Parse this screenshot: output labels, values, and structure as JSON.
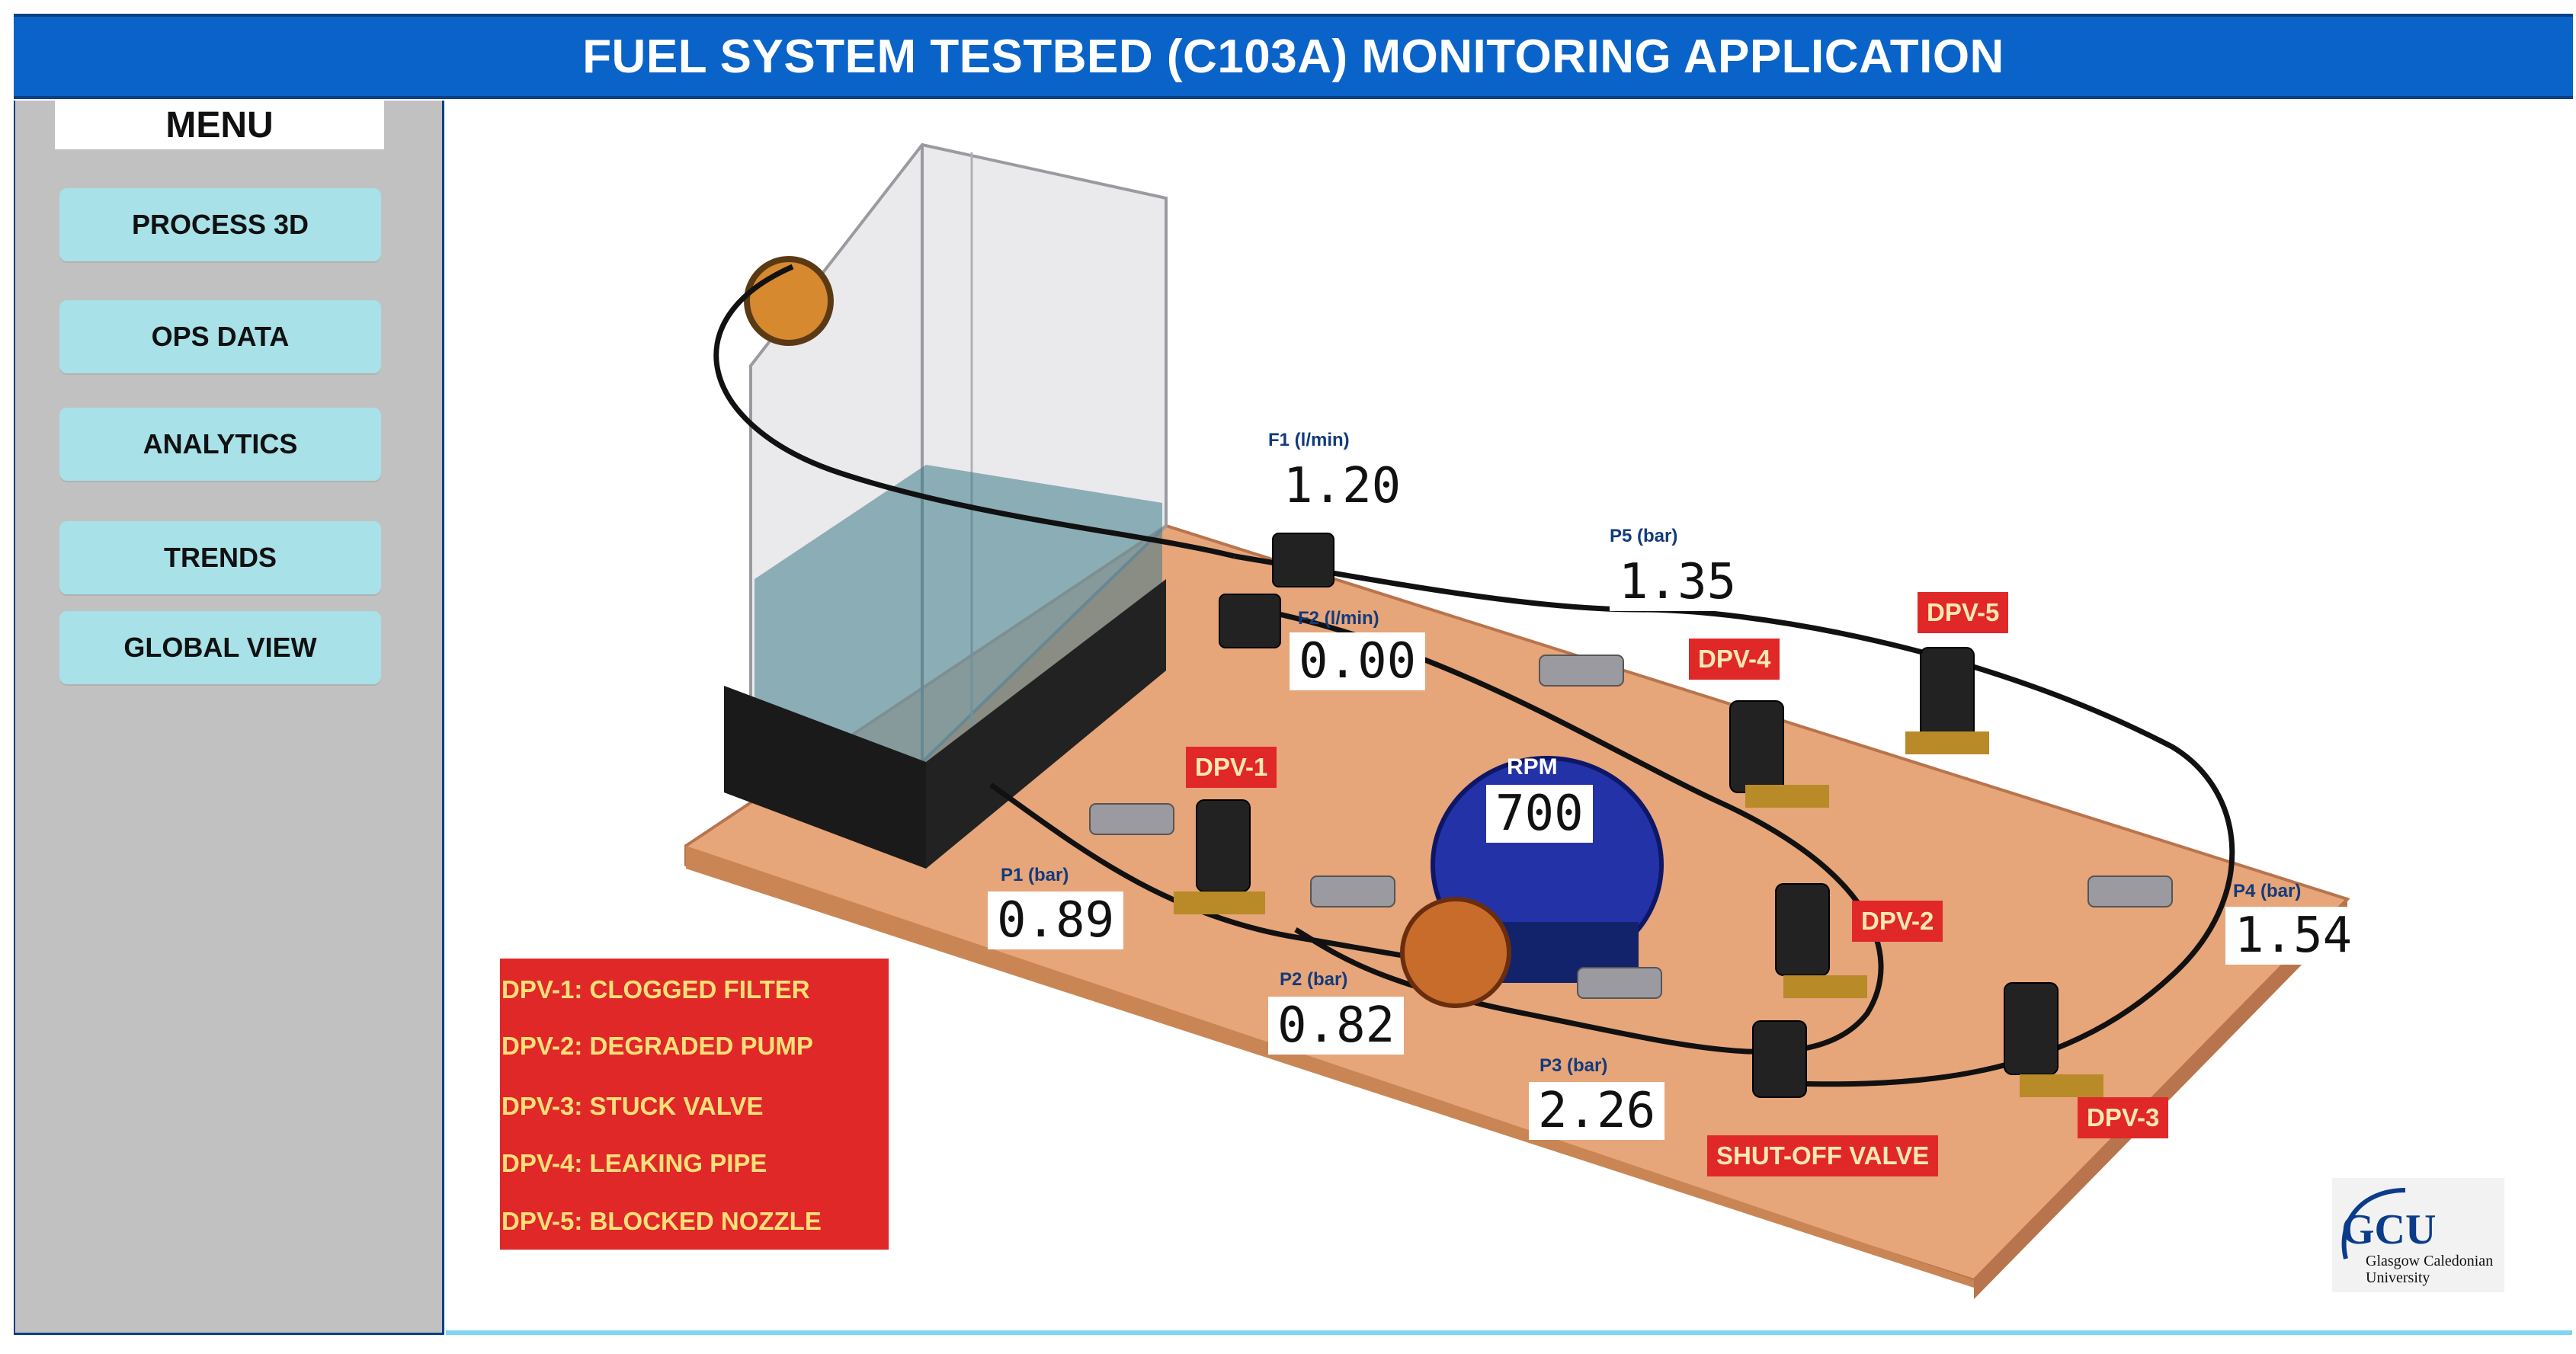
{
  "header": {
    "title": "FUEL SYSTEM TESTBED (C103A) MONITORING APPLICATION"
  },
  "menu": {
    "title": "MENU",
    "items": [
      "PROCESS 3D",
      "OPS DATA",
      "ANALYTICS",
      "TRENDS",
      "GLOBAL VIEW"
    ]
  },
  "legend": [
    "DPV-1: CLOGGED FILTER",
    "DPV-2: DEGRADED PUMP",
    "DPV-3: STUCK VALVE",
    "DPV-4: LEAKING PIPE",
    "DPV-5: BLOCKED NOZZLE"
  ],
  "tags": {
    "dpv1": "DPV-1",
    "dpv2": "DPV-2",
    "dpv3": "DPV-3",
    "dpv4": "DPV-4",
    "dpv5": "DPV-5",
    "shutoff": "SHUT-OFF VALVE"
  },
  "sensors": {
    "f1": {
      "label": "F1 (l/min)",
      "value": "1.20"
    },
    "f2": {
      "label": "F2 (l/min)",
      "value": "0.00"
    },
    "p1": {
      "label": "P1 (bar)",
      "value": "0.89"
    },
    "p2": {
      "label": "P2 (bar)",
      "value": "0.82"
    },
    "p3": {
      "label": "P3 (bar)",
      "value": "2.26"
    },
    "p4": {
      "label": "P4 (bar)",
      "value": "1.54"
    },
    "p5": {
      "label": "P5 (bar)",
      "value": "1.35"
    },
    "rpm": {
      "label": "RPM",
      "value": "700"
    }
  },
  "logo": {
    "mark": "GCU",
    "line1": "Glasgow Caledonian",
    "line2": "University"
  },
  "colors": {
    "header_blue": "#0a63c8",
    "menu_button": "#a8e1e8",
    "alarm_red": "#e02828",
    "board": "#e5a57a"
  }
}
